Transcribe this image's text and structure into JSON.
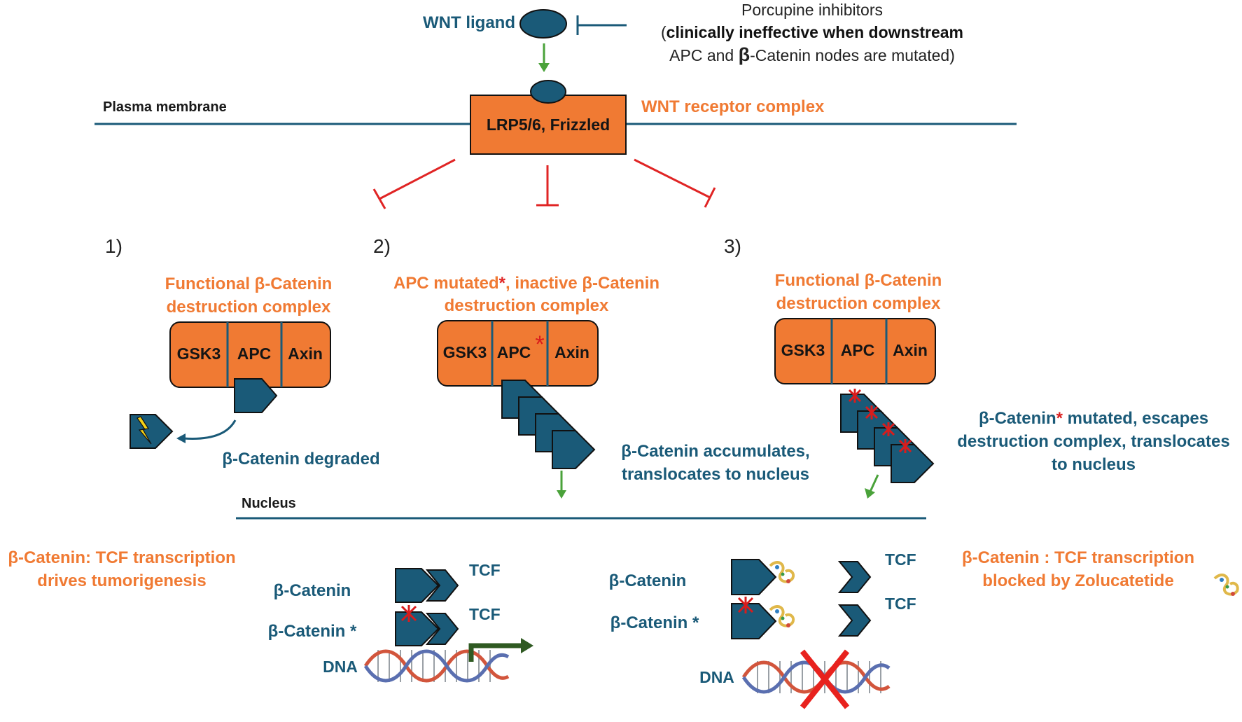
{
  "colors": {
    "blue": "#1a5a78",
    "orange": "#f07a33",
    "red": "#e02424",
    "green": "#4aa23a",
    "dark_green": "#2f5a22"
  },
  "top": {
    "wnt_ligand": "WNT ligand",
    "porcupine_line1": "Porcupine inhibitors",
    "porcupine_open_paren": "(",
    "porcupine_line2_bold": "clinically ineffective when downstream",
    "porcupine_line3_pre": "APC and ",
    "porcupine_line3_beta": "β",
    "porcupine_line3_post": "-Catenin nodes are mutated)",
    "plasma_membrane": "Plasma membrane",
    "receptor_box": "LRP5/6, Frizzled",
    "receptor_complex": "WNT receptor complex"
  },
  "panels": {
    "p1": {
      "number": "1)",
      "title1": "Functional β-Catenin",
      "title2": "destruction complex",
      "cells": [
        "GSK3",
        "APC",
        "Axin"
      ],
      "caption": "β-Catenin degraded"
    },
    "p2": {
      "number": "2)",
      "title1_pre": "APC mutated",
      "title1_star": "*",
      "title1_post": ", inactive β-Catenin",
      "title2": "destruction complex",
      "cells": [
        "GSK3",
        "APC",
        "Axin"
      ],
      "star": "*",
      "caption1": "β-Catenin accumulates,",
      "caption2": "translocates to nucleus"
    },
    "p3": {
      "number": "3)",
      "title1": "Functional β-Catenin",
      "title2": "destruction complex",
      "cells": [
        "GSK3",
        "APC",
        "Axin"
      ],
      "caption1_pre": "β-Catenin",
      "caption1_star": "*",
      "caption1_post": " mutated, escapes",
      "caption2": "destruction complex, translocates",
      "caption3": "to nucleus"
    }
  },
  "nucleus": {
    "label": "Nucleus",
    "left_title1": "β-Catenin: TCF transcription",
    "left_title2": "drives tumorigenesis",
    "right_title1": "β-Catenin : TCF transcription",
    "right_title2": "blocked by Zolucatetide",
    "beta_catenin": "β-Catenin",
    "beta_catenin_star": "β-Catenin *",
    "tcf": "TCF",
    "dna": "DNA"
  }
}
